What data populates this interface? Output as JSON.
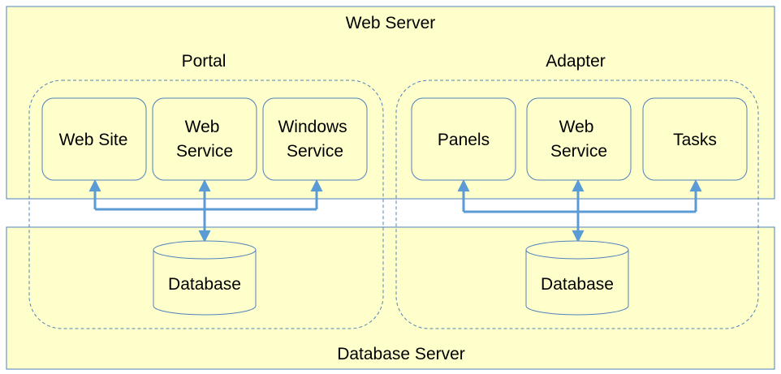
{
  "colors": {
    "server_fill": "#FFFFCC",
    "server_stroke": "#4F81BD",
    "group_stroke": "#4F81BD",
    "connector": "#5B9BD5",
    "text": "#000000"
  },
  "web_server": {
    "label": "Web Server"
  },
  "database_server": {
    "label": "Database Server"
  },
  "portal": {
    "label": "Portal",
    "components": [
      {
        "lines": [
          "Web Site"
        ]
      },
      {
        "lines": [
          "Web",
          "Service"
        ]
      },
      {
        "lines": [
          "Windows",
          "Service"
        ]
      }
    ],
    "database": {
      "label": "Database"
    }
  },
  "adapter": {
    "label": "Adapter",
    "components": [
      {
        "lines": [
          "Panels"
        ]
      },
      {
        "lines": [
          "Web",
          "Service"
        ]
      },
      {
        "lines": [
          "Tasks"
        ]
      }
    ],
    "database": {
      "label": "Database"
    }
  }
}
